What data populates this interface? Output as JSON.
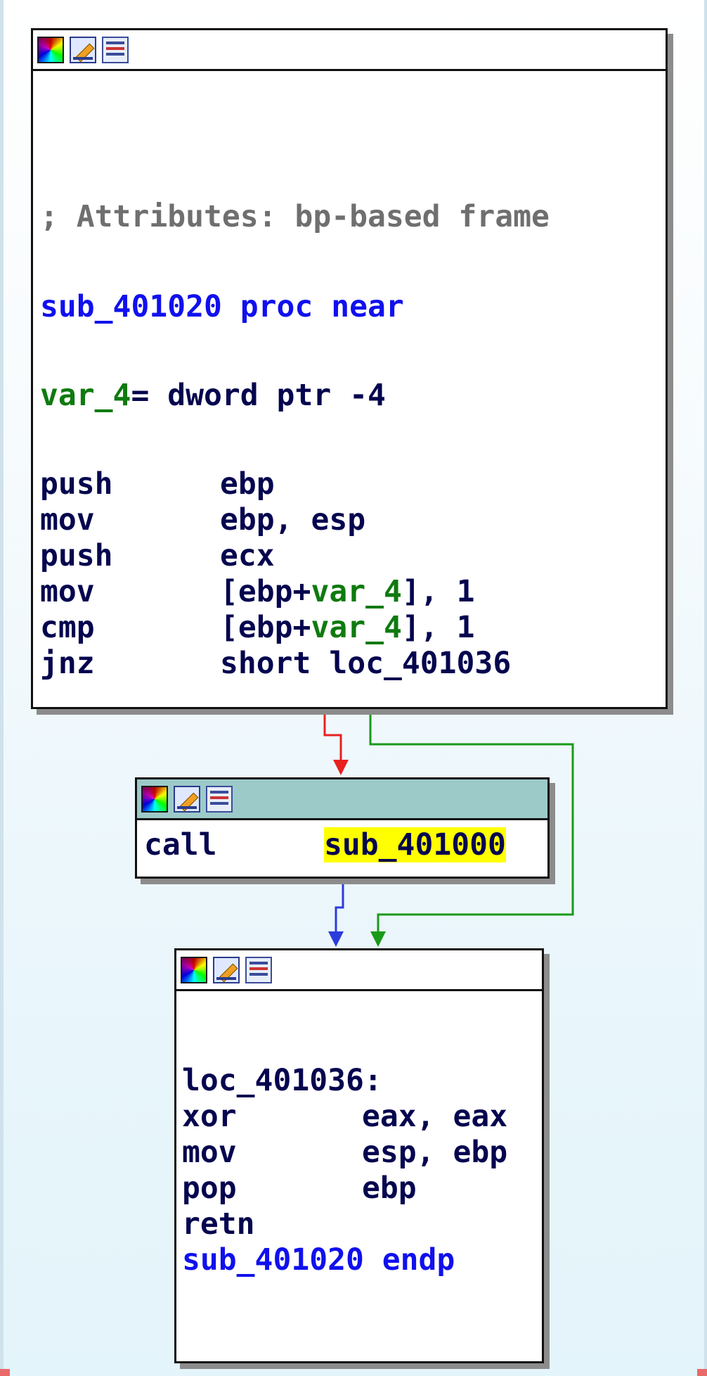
{
  "node1": {
    "comment": "; Attributes: bp-based frame",
    "proc_decl": "sub_401020 proc near",
    "var_name": "var_4",
    "var_def": "= dword ptr -4",
    "instructions": [
      {
        "mnemonic": "push",
        "operand_pre": "ebp",
        "var": "",
        "operand_post": ""
      },
      {
        "mnemonic": "mov",
        "operand_pre": "ebp, esp",
        "var": "",
        "operand_post": ""
      },
      {
        "mnemonic": "push",
        "operand_pre": "ecx",
        "var": "",
        "operand_post": ""
      },
      {
        "mnemonic": "mov",
        "operand_pre": "[ebp+",
        "var": "var_4",
        "operand_post": "], 1"
      },
      {
        "mnemonic": "cmp",
        "operand_pre": "[ebp+",
        "var": "var_4",
        "operand_post": "], 1"
      },
      {
        "mnemonic": "jnz",
        "operand_pre": "short loc_401036",
        "var": "",
        "operand_post": ""
      }
    ]
  },
  "node2": {
    "mnemonic": "call",
    "target": "sub_401000"
  },
  "node3": {
    "label": "loc_401036:",
    "instructions": [
      {
        "mnemonic": "xor",
        "operand": "eax, eax"
      },
      {
        "mnemonic": "mov",
        "operand": "esp, ebp"
      },
      {
        "mnemonic": "pop",
        "operand": "ebp"
      },
      {
        "mnemonic": "retn",
        "operand": ""
      }
    ],
    "endp": "sub_401020 endp"
  },
  "icons": [
    "color-palette-icon",
    "edit-pencil-icon",
    "graph-view-icon"
  ],
  "colors": {
    "edge_false": "#e82020",
    "edge_true": "#1a9a1a",
    "edge_unconditional": "#2a3cdc",
    "header_active": "#9ccac9",
    "highlight": "#ffff00"
  }
}
